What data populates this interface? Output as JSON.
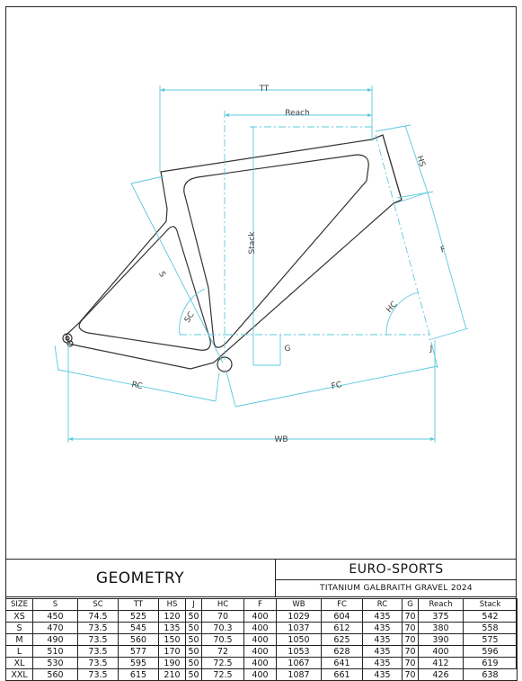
{
  "diagram": {
    "labels": {
      "tt": "TT",
      "reach": "Reach",
      "hs": "HS",
      "f": "F",
      "hc": "HC",
      "stack": "Stack",
      "s": "S",
      "sc": "SC",
      "g": "G",
      "j": "J",
      "rc": "RC",
      "fc": "FC",
      "wb": "WB"
    },
    "colors": {
      "frame": "#333333",
      "dimension": "#5bc8dc",
      "border": "#222222"
    }
  },
  "title_block": {
    "geometry": "GEOMETRY",
    "brand": "EURO-SPORTS",
    "model": "TITANIUM GALBRAITH GRAVEL 2024"
  },
  "table": {
    "headers": [
      "SIZE",
      "S",
      "SC",
      "TT",
      "HS",
      "J",
      "HC",
      "F",
      "WB",
      "FC",
      "RC",
      "G",
      "Reach",
      "Stack"
    ],
    "rows": [
      [
        "XS",
        "450",
        "74.5",
        "525",
        "120",
        "50",
        "70",
        "400",
        "1029",
        "604",
        "435",
        "70",
        "375",
        "542"
      ],
      [
        "S",
        "470",
        "73.5",
        "545",
        "135",
        "50",
        "70.3",
        "400",
        "1037",
        "612",
        "435",
        "70",
        "380",
        "558"
      ],
      [
        "M",
        "490",
        "73.5",
        "560",
        "150",
        "50",
        "70.5",
        "400",
        "1050",
        "625",
        "435",
        "70",
        "390",
        "575"
      ],
      [
        "L",
        "510",
        "73.5",
        "577",
        "170",
        "50",
        "72",
        "400",
        "1053",
        "628",
        "435",
        "70",
        "400",
        "596"
      ],
      [
        "XL",
        "530",
        "73.5",
        "595",
        "190",
        "50",
        "72.5",
        "400",
        "1067",
        "641",
        "435",
        "70",
        "412",
        "619"
      ],
      [
        "XXL",
        "560",
        "73.5",
        "615",
        "210",
        "50",
        "72.5",
        "400",
        "1087",
        "661",
        "435",
        "70",
        "426",
        "638"
      ]
    ]
  }
}
